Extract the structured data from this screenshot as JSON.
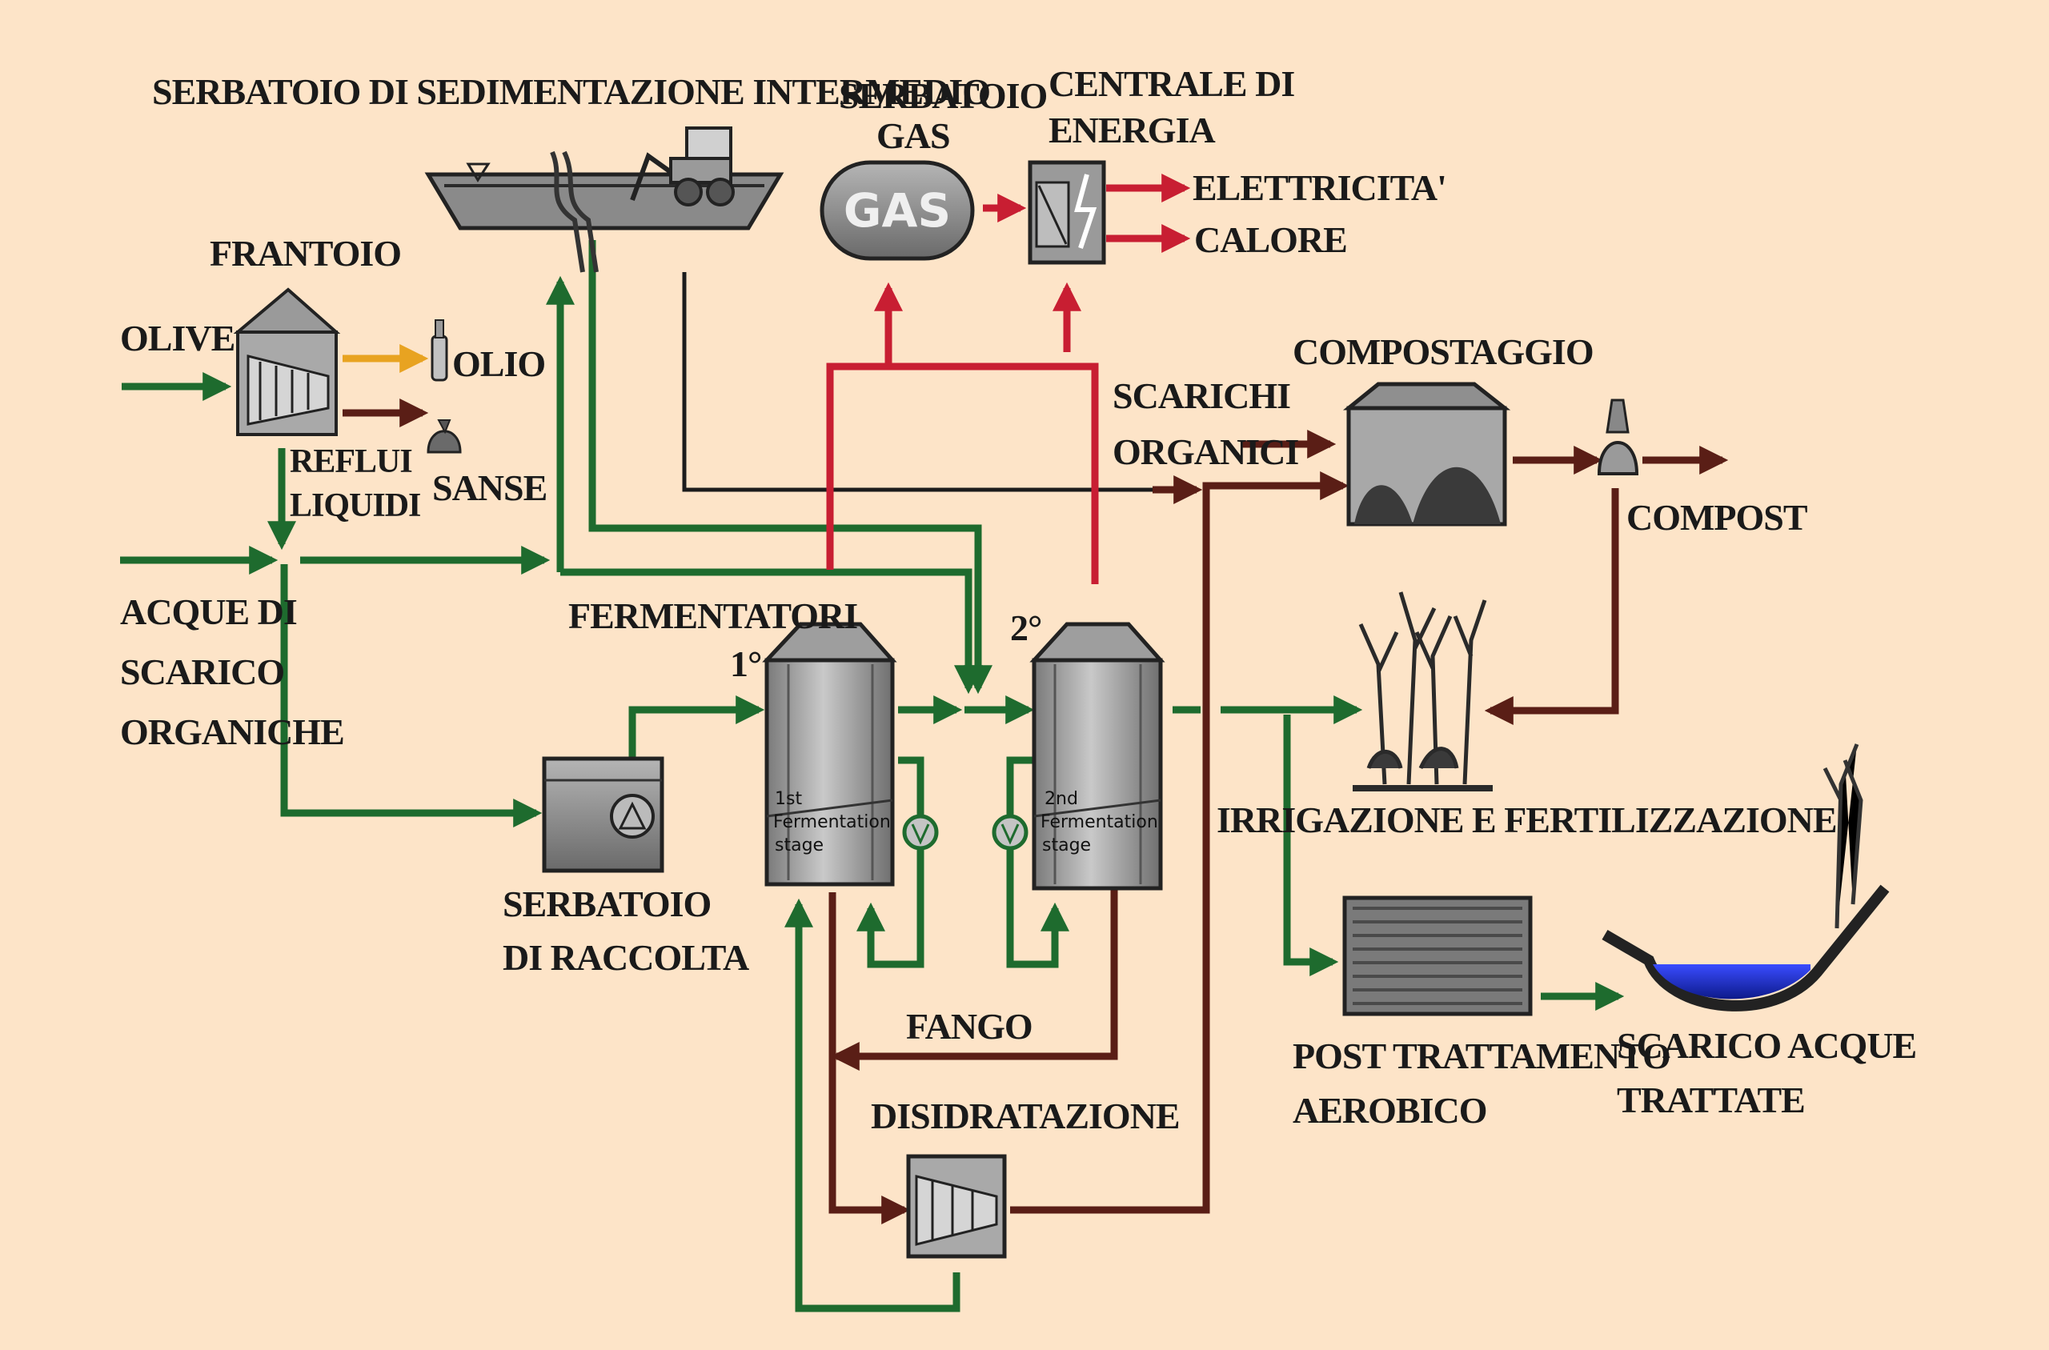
{
  "labels": {
    "serbatoio_sedimentazione": "SERBATOIO DI SEDIMENTAZIONE INTERMEDIO",
    "serbatoio_gas_1": "SERBATOIO",
    "serbatoio_gas_2": "GAS",
    "gas_tank_text": "GAS",
    "centrale_1": "CENTRALE DI",
    "centrale_2": "ENERGIA",
    "elettricita": "ELETTRICITA'",
    "calore": "CALORE",
    "frantoio": "FRANTOIO",
    "olive": "OLIVE",
    "olio": "OLIO",
    "sanse": "SANSE",
    "reflui_1": "REFLUI",
    "reflui_2": "LIQUIDI",
    "acque_1": "ACQUE DI",
    "acque_2": "SCARICO",
    "acque_3": "ORGANICHE",
    "compostaggio": "COMPOSTAGGIO",
    "scarichi_1": "SCARICHI",
    "scarichi_2": "ORGANICI",
    "compost": "COMPOST",
    "fermentatori": "FERMENTATORI",
    "first": "1°",
    "second": "2°",
    "stage1_a": "1st",
    "stage1_b": "Fermentation",
    "stage1_c": "stage",
    "stage2_a": "2nd",
    "stage2_b": "Fermentation",
    "stage2_c": "stage",
    "raccolta_1": "SERBATOIO",
    "raccolta_2": "DI RACCOLTA",
    "irrigazione": "IRRIGAZIONE E FERTILIZZAZIONE",
    "fango": "FANGO",
    "disidratazione": "DISIDRATAZIONE",
    "post_1": "POST TRATTAMENTO",
    "post_2": "AEROBICO",
    "scarico_1": "SCARICO ACQUE",
    "scarico_2": "TRATTATE"
  },
  "colors": {
    "background": "#fde4c8",
    "flow_water": "#1e6b2e",
    "flow_solid": "#5a1e16",
    "flow_gas": "#c81e32",
    "flow_oil": "#e8a321",
    "equipment": "#8c8c8c"
  }
}
